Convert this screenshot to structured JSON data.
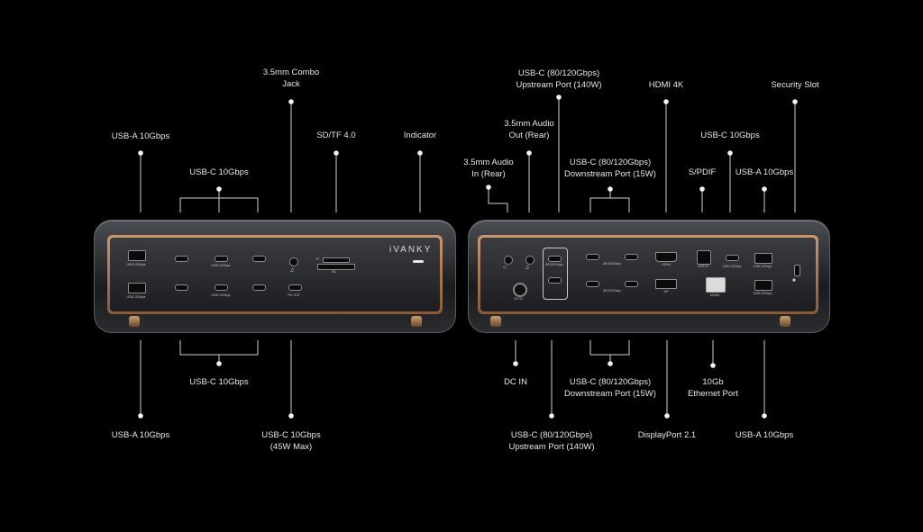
{
  "brand": "iVANKY",
  "callouts": {
    "usba_top_left": "USB-A 10Gbps",
    "usbc_top_left": "USB-C 10Gbps",
    "combo_jack": "3.5mm Combo\nJack",
    "sdtf": "SD/TF 4.0",
    "indicator": "Indicator",
    "usbc_bottom_left": "USB-C 10Gbps",
    "usba_bottom_left": "USB-A 10Gbps",
    "usbc_45w": "USB-C 10Gbps\n(45W Max)",
    "audio_in": "3.5mm Audio\nIn (Rear)",
    "audio_out": "3.5mm Audio\nOut (Rear)",
    "upstream_top": "USB-C (80/120Gbps)\nUpstream Port (140W)",
    "downstream_top": "USB-C (80/120Gbps)\nDownstream Port (15W)",
    "hdmi": "HDMI 4K",
    "spdif": "S/PDIF",
    "usbc_rear": "USB-C 10Gbps",
    "usba_rear_top": "USB-A 10Gbps",
    "security": "Security Slot",
    "dcin": "DC IN",
    "downstream_bottom": "USB-C (80/120Gbps)\nDownstream Port (15W)",
    "upstream_bottom": "USB-C (80/120Gbps)\nUpstream Port (140W)",
    "displayport": "DisplayPort 2.1",
    "ethernet": "10Gb\nEthernet Port",
    "usba_rear_bottom": "USB-A 10Gbps"
  },
  "front_labels": {
    "usba1": "USB 10Gbps",
    "usba2": "USB 10Gbps",
    "usbc_group1": "USB 10Gbps",
    "usbc_group2": "USB 10Gbps",
    "pd_out": "PD OUT",
    "tf": "TF",
    "sd": "SD"
  },
  "rear_labels": {
    "thunderbolt": "80/120Gbps",
    "down_group1": "80/120Gbps",
    "down_group2": "80/120Gbps",
    "hdmi": "HDMI",
    "dp": "DP",
    "spdif": "S/PDIF",
    "usbc": "USB 10Gbps",
    "usba1": "USB 10Gbps",
    "usba2": "USB 10Gbps",
    "ethernet": "10GbE",
    "dcin": "DC IN"
  }
}
